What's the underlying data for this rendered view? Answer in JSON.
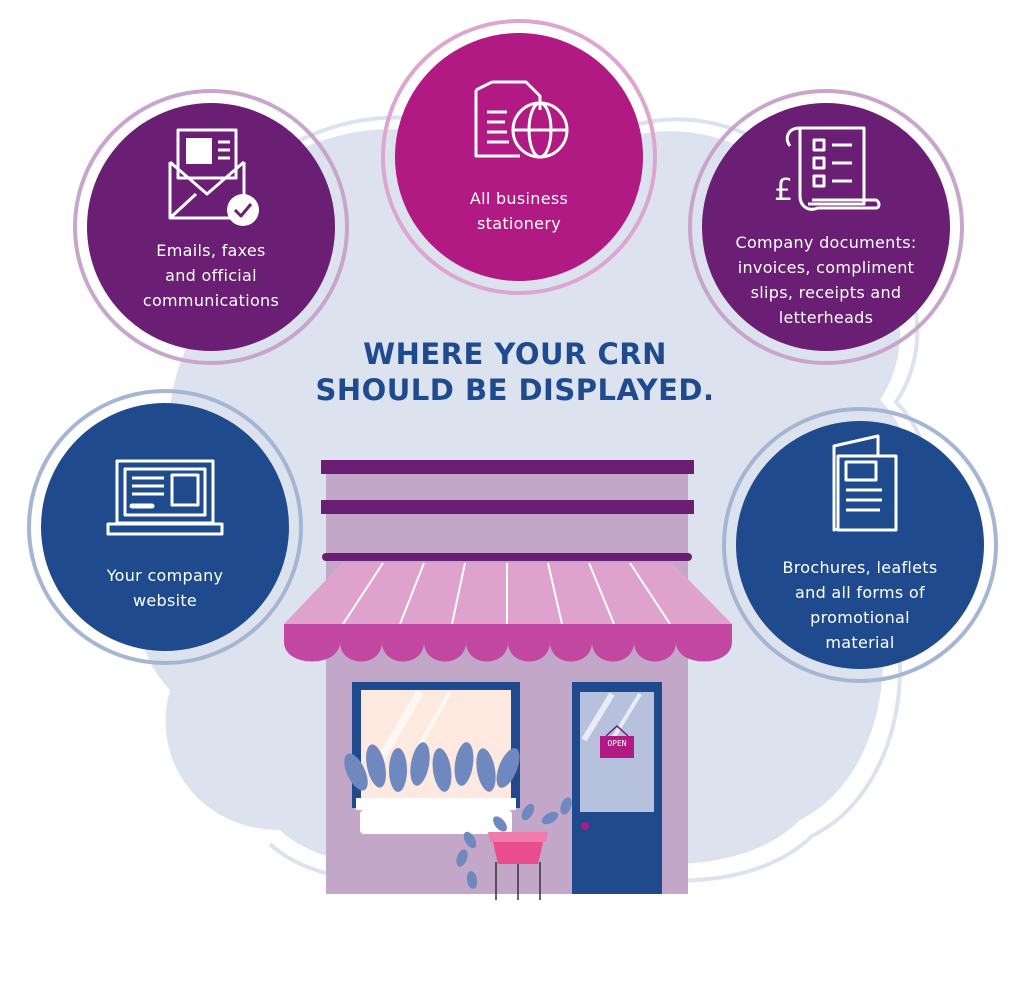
{
  "title": {
    "line1": "WHERE YOUR CRN",
    "line2": "SHOULD BE DISPLAYED."
  },
  "items": [
    {
      "lines": [
        "Emails, faxes",
        "and official",
        "communications"
      ],
      "icon": "envelope-check-icon",
      "color": "#6a1e74"
    },
    {
      "lines": [
        "All business",
        "stationery"
      ],
      "icon": "document-globe-icon",
      "color": "#b01a82"
    },
    {
      "lines": [
        "Company documents:",
        "invoices, compliment",
        "slips, receipts and",
        "letterheads"
      ],
      "icon": "receipt-pound-icon",
      "color": "#6a1e74"
    },
    {
      "lines": [
        "Your company",
        "website"
      ],
      "icon": "laptop-icon",
      "color": "#1f4b8e"
    },
    {
      "lines": [
        "Brochures, leaflets",
        "and all forms of",
        "promotional",
        "material"
      ],
      "icon": "brochure-icon",
      "color": "#1f4b8e"
    }
  ],
  "shop": {
    "open_sign": "OPEN"
  }
}
